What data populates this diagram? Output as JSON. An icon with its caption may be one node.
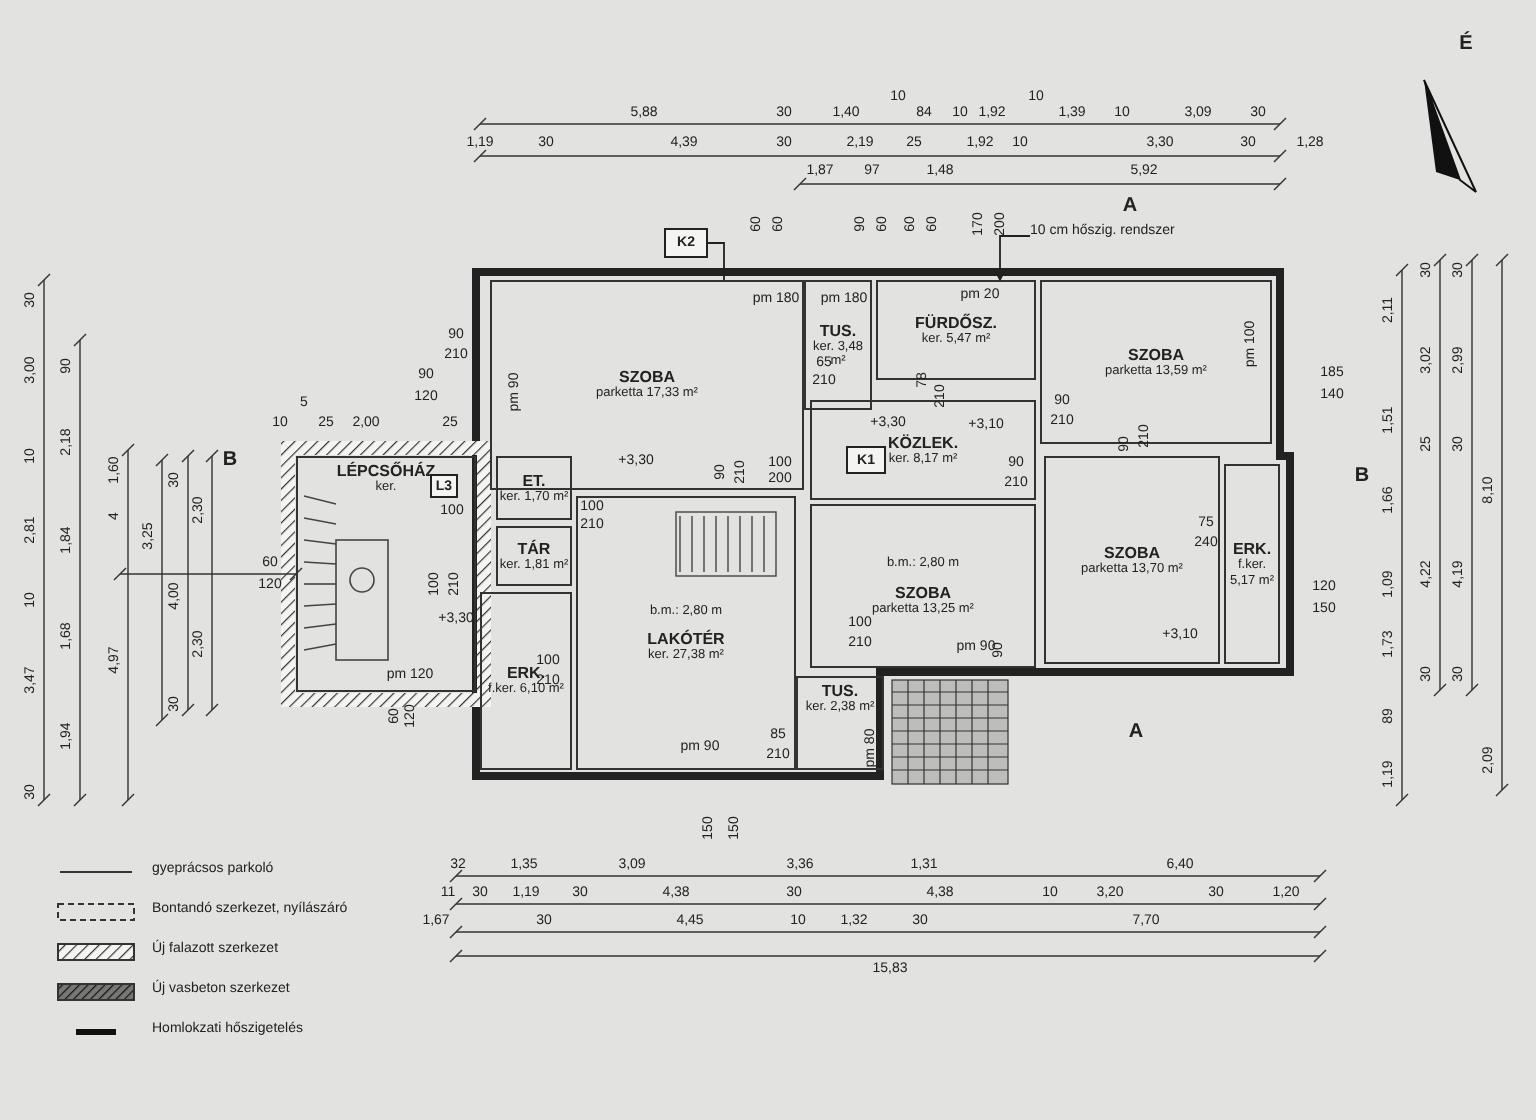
{
  "diagram": {
    "nodes": [
      {
        "text": [
          "SZOBA",
          "parketta 17,33 m²"
        ]
      },
      {
        "text": [
          "TUS.",
          "ker. 3,48 m²"
        ]
      },
      {
        "text": [
          "FÜRDŐSZ.",
          "ker. 5,47 m²"
        ]
      },
      {
        "text": [
          "SZOBA",
          "parketta 13,59 m²"
        ]
      },
      {
        "text": [
          "LÉPCSŐHÁZ",
          "ker."
        ]
      },
      {
        "text": [
          "ET.",
          "ker. 1,70 m²"
        ]
      },
      {
        "text": [
          "TÁR",
          "ker. 1,81 m²"
        ]
      },
      {
        "text": [
          "b.m.: 2,80 m",
          "LAKÓTÉR",
          "ker. 27,38 m²"
        ]
      },
      {
        "text": [
          "KÖZLEK.",
          "ker. 8,17 m²"
        ]
      },
      {
        "text": [
          "b.m.: 2,80 m",
          "SZOBA",
          "parketta 13,25 m²"
        ]
      },
      {
        "text": [
          "SZOBA",
          "parketta 13,70 m²"
        ]
      },
      {
        "text": [
          "ERK.",
          "f.ker. 5,17 m²"
        ]
      },
      {
        "text": [
          "ERK.",
          "f.ker. 6,10 m²"
        ]
      },
      {
        "text": [
          "TUS.",
          "ker. 2,38 m²"
        ]
      },
      {
        "text": [
          "K2"
        ]
      },
      {
        "text": [
          "K1"
        ],
        "in": 8
      },
      {
        "text": [
          "L3"
        ],
        "in": 4
      },
      {
        "text": [
          "10 cm hőszig. rendszer"
        ]
      }
    ],
    "edges": [
      {
        "from": 14,
        "to": 0,
        "arrow": "none"
      },
      {
        "from": 17,
        "to": 2,
        "arrow": "to"
      }
    ],
    "labels": [
      "É",
      "5,88",
      "30",
      "1,40",
      "10",
      "84",
      "10",
      "1,92",
      "10",
      "1,39",
      "10",
      "3,09",
      "30",
      "1,19",
      "30",
      "4,39",
      "30",
      "2,19",
      "25",
      "1,92",
      "10",
      "3,30",
      "30",
      "1,28",
      "1,87",
      "97",
      "1,48",
      "5,92",
      "60",
      "60",
      "90",
      "60",
      "60",
      "60",
      "170",
      "200",
      "A",
      "30",
      "3,00",
      "10",
      "2,81",
      "10",
      "3,47",
      "30",
      "90",
      "2,18",
      "1,84",
      "1,68",
      "1,94",
      "1,60",
      "4",
      "4,97",
      "3,25",
      "30",
      "4,00",
      "30",
      "2,30",
      "2,30",
      "B",
      "60",
      "120",
      "10",
      "5",
      "25",
      "2,00",
      "25",
      "90",
      "120",
      "90",
      "210",
      "pm 90",
      "pm 180",
      "pm 180",
      "pm 20",
      "65",
      "210",
      "+3,30",
      "+3,30",
      "+3,10",
      "+3,30",
      "+3,10",
      "100",
      "100",
      "210",
      "90",
      "210",
      "100",
      "200",
      "100",
      "210",
      "pm 120",
      "60",
      "120",
      "100",
      "210",
      "100",
      "210",
      "pm 90",
      "pm 90",
      "90",
      "90",
      "210",
      "90",
      "210",
      "78",
      "210",
      "90",
      "210",
      "pm 100",
      "185",
      "140",
      "75",
      "240",
      "120",
      "150",
      "pm 80",
      "85",
      "210",
      "A",
      "B",
      "150",
      "150",
      "2,11",
      "1,51",
      "1,66",
      "1,09",
      "1,73",
      "89",
      "1,19",
      "30",
      "3,02",
      "25",
      "4,22",
      "30",
      "30",
      "2,99",
      "30",
      "4,19",
      "30",
      "8,10",
      "2,09",
      "32",
      "1,35",
      "3,09",
      "3,36",
      "1,31",
      "6,40",
      "11",
      "30",
      "1,19",
      "30",
      "4,38",
      "30",
      "4,38",
      "10",
      "3,20",
      "30",
      "1,20",
      "1,67",
      "30",
      "4,45",
      "10",
      "1,32",
      "30",
      "7,70",
      "15,83"
    ],
    "legend": [
      {
        "text": "gyeprácsos parkoló"
      },
      {
        "text": "Bontandó szerkezet, nyílászáró"
      },
      {
        "text": "Új falazott szerkezet"
      },
      {
        "text": "Új vasbeton szerkezet"
      },
      {
        "text": "Homlokzati hőszigetelés"
      }
    ]
  }
}
